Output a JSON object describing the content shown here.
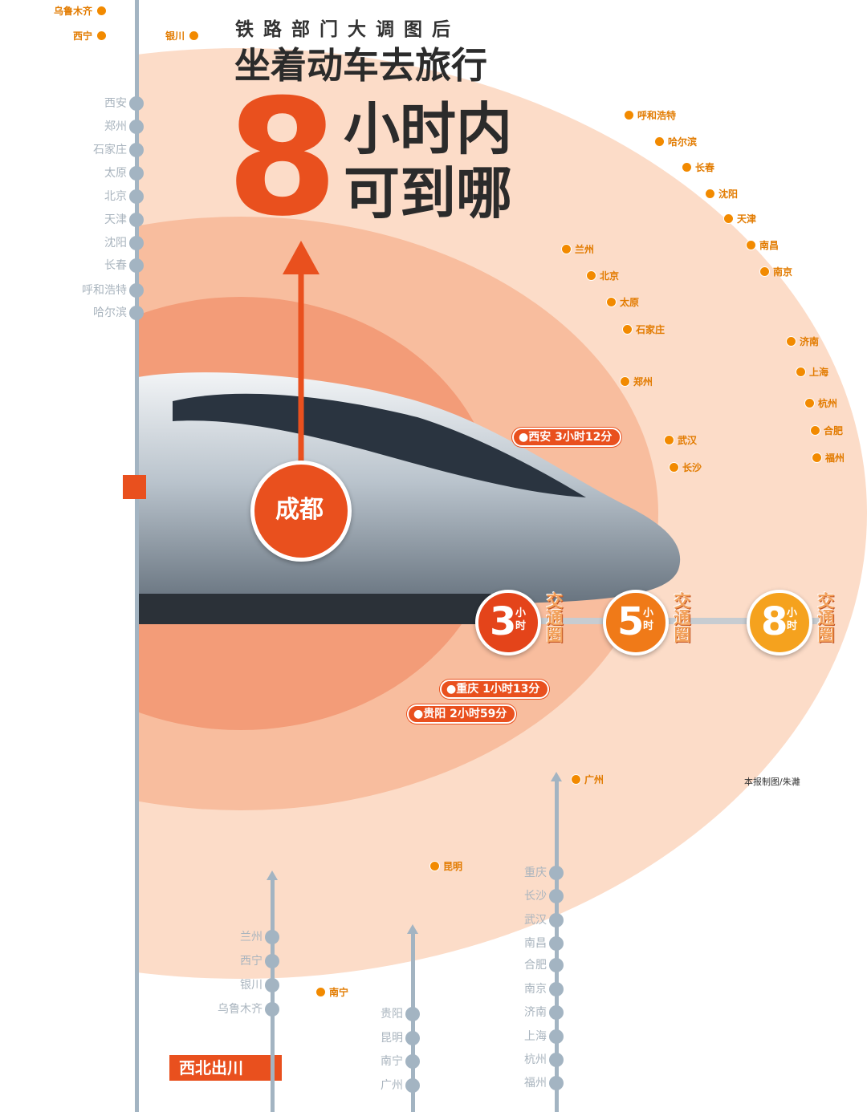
{
  "header": {
    "subtitle": "铁 路 部 门 大 调 图 后",
    "title": "坐着动车去旅行",
    "big_number": "8",
    "line1": "小时内",
    "line2": "可到哪"
  },
  "origin": "成都",
  "circles": [
    {
      "number": "3",
      "unit": "小时",
      "label": "交通圈",
      "color": "#e4441a"
    },
    {
      "number": "5",
      "unit": "小时",
      "label": "交通圈",
      "color": "#f07a18"
    },
    {
      "number": "8",
      "unit": "小时",
      "label": "交通圈",
      "color": "#f5a21e"
    }
  ],
  "times": [
    {
      "city": "西安",
      "time": "3小时12分"
    },
    {
      "city": "重庆",
      "time": "1小时13分"
    },
    {
      "city": "贵阳",
      "time": "2小时59分"
    }
  ],
  "destinations": {
    "top_left": [
      "乌鲁木齐",
      "西宁",
      "银川"
    ],
    "ring5": [
      "兰州",
      "北京",
      "太原",
      "石家庄",
      "郑州",
      "武汉",
      "长沙"
    ],
    "ring8": [
      "呼和浩特",
      "哈尔滨",
      "长春",
      "沈阳",
      "天津",
      "南昌",
      "南京",
      "济南",
      "上海",
      "杭州",
      "合肥",
      "福州"
    ],
    "south": [
      "广州",
      "昆明",
      "南宁"
    ]
  },
  "lines": {
    "north": [
      "西安",
      "郑州",
      "石家庄",
      "太原",
      "北京",
      "天津",
      "沈阳",
      "长春",
      "呼和浩特",
      "哈尔滨"
    ],
    "northwest": [
      "兰州",
      "西宁",
      "银川",
      "乌鲁木齐"
    ],
    "southwest": [
      "贵阳",
      "昆明",
      "南宁",
      "广州"
    ],
    "east": [
      "重庆",
      "长沙",
      "武汉",
      "南昌",
      "合肥",
      "南京",
      "济南",
      "上海",
      "杭州",
      "福州"
    ]
  },
  "tag": "西北出川",
  "credit": "本报制图/朱灕"
}
